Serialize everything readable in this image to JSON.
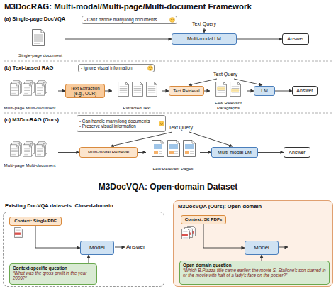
{
  "diagram": {
    "title": "M3DocRAG: Multi-modal/Multi-page/Multi-document Framework",
    "nodes": [
      {
        "text": [
          "- Can't handle many/long documents"
        ]
      },
      {
        "text": [
          "Single-page document"
        ]
      },
      {
        "text": [
          "Multi-modal LM"
        ]
      },
      {
        "text": [
          "Answer"
        ]
      },
      {
        "text": [
          "- Ignore visual information"
        ]
      },
      {
        "text": [
          "Multi-page Multi-document"
        ]
      },
      {
        "text": [
          "Text Extraction (e.g., OCR)"
        ]
      },
      {
        "text": [
          "Extracted Text"
        ]
      },
      {
        "text": [
          "Text Retrieval"
        ]
      },
      {
        "text": [
          "Few Relevant Paragraphs"
        ]
      },
      {
        "text": [
          "LM"
        ]
      },
      {
        "text": [
          "Answer"
        ]
      },
      {
        "text": [
          "- Can handle many/long documents",
          "- Preserve visual information"
        ]
      },
      {
        "text": [
          "Multi-page Multi-document"
        ]
      },
      {
        "text": [
          "Multi-modal Retrieval"
        ]
      },
      {
        "text": [
          "Few Relevant Pages"
        ]
      },
      {
        "text": [
          "Multi-modal LM"
        ]
      },
      {
        "text": [
          "Answer"
        ]
      },
      {
        "text": [
          "Existing DocVQA datasets: Closed-domain"
        ]
      },
      {
        "text": [
          "Context: Single PDF"
        ],
        "in": 18
      },
      {
        "text": [
          "Model"
        ],
        "in": 18
      },
      {
        "text": [
          "Context-specific question",
          "“What was the gross profit in the year 2009?”"
        ],
        "in": 18
      },
      {
        "text": [
          "M3DocVQA (Ours): Open-domain"
        ]
      },
      {
        "text": [
          "Context: 3K PDFs"
        ],
        "in": 22
      },
      {
        "text": [
          "Model"
        ],
        "in": 22
      },
      {
        "text": [
          "Open-domain question",
          "“Which B.Piazza title came earlier: the movie S. Stallone's son starred in or the movie with half of a lady's face on the poster?”"
        ],
        "in": 22
      }
    ],
    "edges": [
      {
        "from": 1,
        "to": 2,
        "arrow": "to"
      },
      {
        "from": 2,
        "to": 3,
        "arrow": "to"
      },
      {
        "from": 5,
        "to": 6,
        "arrow": "to"
      },
      {
        "from": 6,
        "to": 7,
        "arrow": "to"
      },
      {
        "from": 7,
        "to": 8,
        "arrow": "to"
      },
      {
        "from": 8,
        "to": 9,
        "arrow": "to"
      },
      {
        "from": 9,
        "to": 10,
        "arrow": "to"
      },
      {
        "from": 10,
        "to": 11,
        "arrow": "to"
      },
      {
        "from": 13,
        "to": 14,
        "arrow": "to"
      },
      {
        "from": 14,
        "to": 15,
        "arrow": "to"
      },
      {
        "from": 15,
        "to": 16,
        "arrow": "to"
      },
      {
        "from": 16,
        "to": 17,
        "arrow": "to"
      },
      {
        "from": 19,
        "to": 20,
        "arrow": "to"
      },
      {
        "from": 21,
        "to": 20,
        "arrow": "to"
      },
      {
        "from": 23,
        "to": 24,
        "arrow": "to"
      },
      {
        "from": 25,
        "to": 24,
        "arrow": "to"
      }
    ],
    "labels": [
      "(a) Single-page DocVQA",
      "Text Query",
      "(b) Text-based RAG",
      "Text Query",
      "(c) M3DocRAG (Ours)",
      "Text Query",
      "M3DocVQA: Open-domain Dataset",
      "Answer",
      "Answer"
    ]
  }
}
